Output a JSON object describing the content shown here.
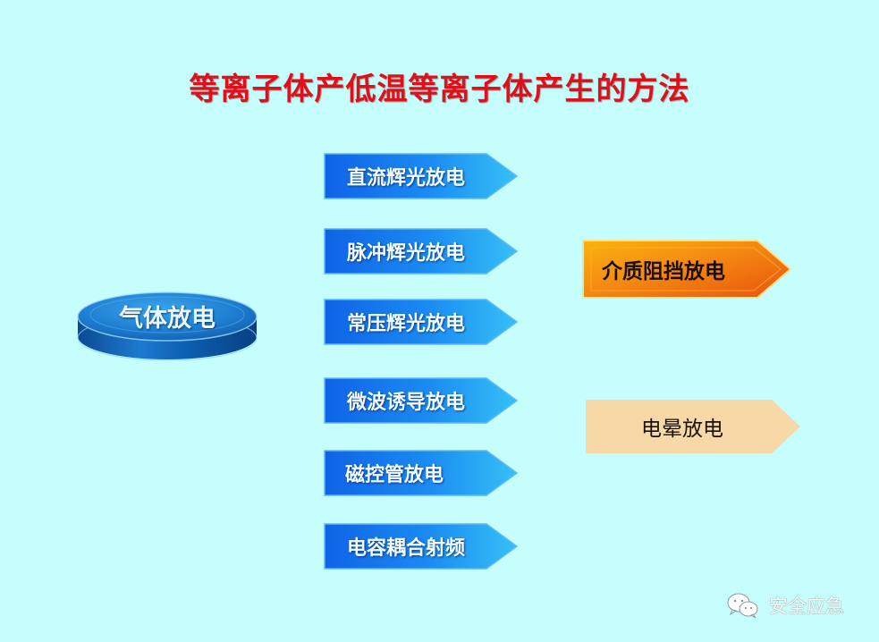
{
  "title": "等离子体产低温等离子体产生的方法",
  "root": {
    "label": "气体放电",
    "shape": "blue-3d-disc"
  },
  "methods": [
    {
      "label": "直流辉光放电",
      "style": "blue"
    },
    {
      "label": "脉冲辉光放电",
      "style": "blue"
    },
    {
      "label": "常压辉光放电",
      "style": "blue"
    },
    {
      "label": "微波诱导放电",
      "style": "blue"
    },
    {
      "label": "磁控管放电",
      "style": "blue"
    },
    {
      "label": "电容耦合射频",
      "style": "blue"
    }
  ],
  "side_methods": [
    {
      "label": "介质阻挡放电",
      "style": "orange"
    },
    {
      "label": "电晕放电",
      "style": "beige"
    }
  ],
  "watermark": {
    "icon": "wechat-icon",
    "text": "安全应急"
  },
  "colors": {
    "background": "#c6fdfd",
    "title": "#e0101a",
    "blue_arrow": "#1a8af0",
    "orange_arrow": "#f07a10",
    "beige_arrow": "#f7d9a8"
  }
}
